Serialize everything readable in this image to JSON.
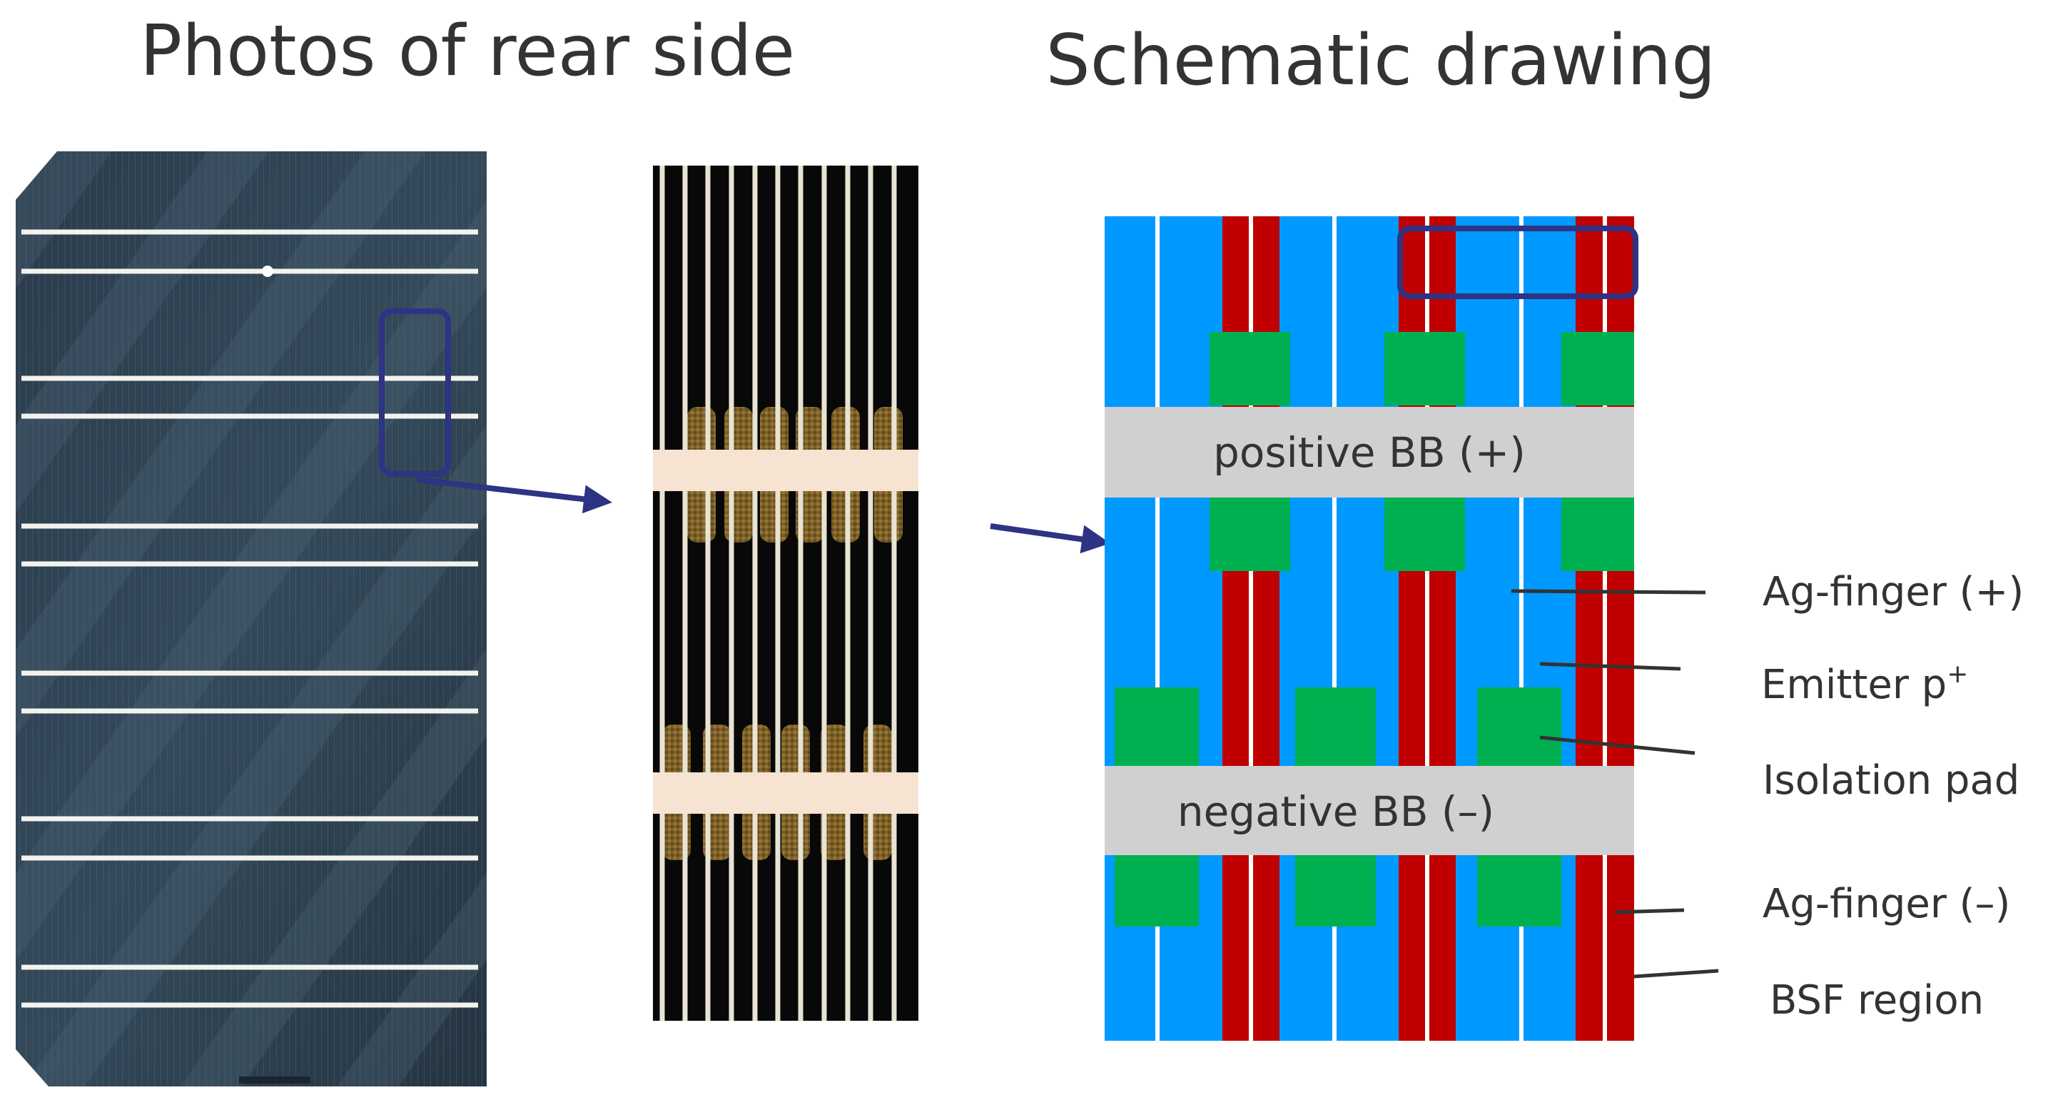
{
  "headings": {
    "photos": "Photos of rear side",
    "schematic": "Schematic drawing"
  },
  "busbars": {
    "positive": "positive BB (+)",
    "negative": "negative BB (–)"
  },
  "legend": {
    "ag_finger_pos": "Ag-finger (+)",
    "emitter": "Emitter p",
    "emitter_sup": "+",
    "isolation_pad": "Isolation pad",
    "ag_finger_neg": "Ag-finger (–)",
    "bsf_region": "BSF region"
  },
  "colors": {
    "emitter_blue": "#0099ff",
    "bsf_red": "#c00000",
    "isolation_green": "#00b050",
    "busbar_gray": "#d0d0d0",
    "highlight_navy": "#2e3383",
    "cell_dark": "#263746",
    "text": "#333333"
  }
}
